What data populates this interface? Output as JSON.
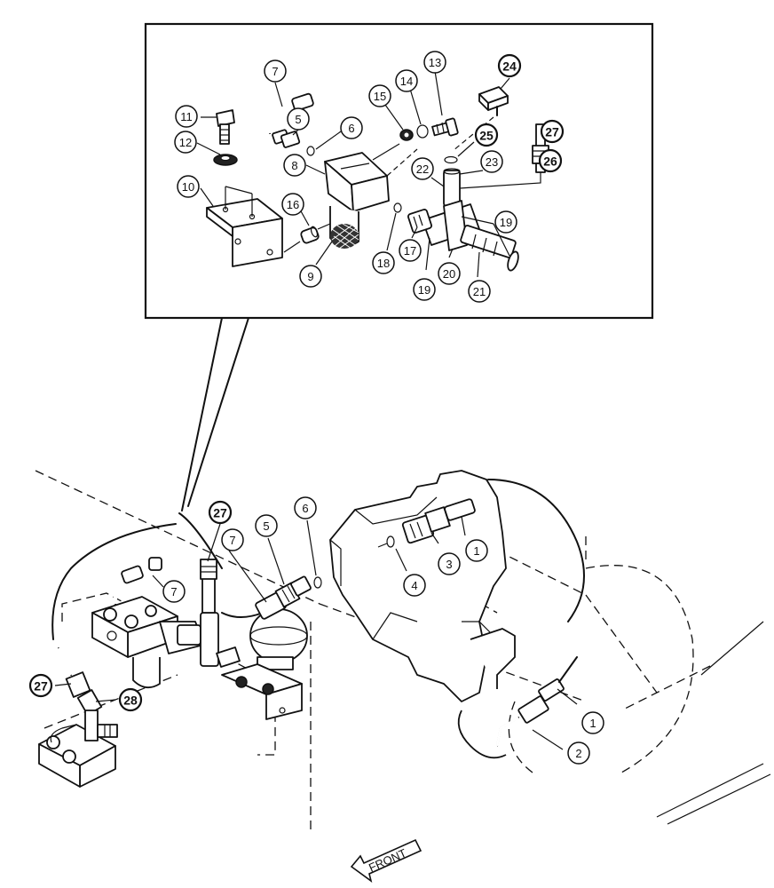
{
  "diagram": {
    "front_label": "FRONT",
    "callouts_detail": [
      {
        "id": "c-d-7",
        "label": "7",
        "bold": false
      },
      {
        "id": "c-d-5",
        "label": "5",
        "bold": false
      },
      {
        "id": "c-d-6",
        "label": "6",
        "bold": false
      },
      {
        "id": "c-d-8",
        "label": "8",
        "bold": false
      },
      {
        "id": "c-d-11",
        "label": "11",
        "bold": false
      },
      {
        "id": "c-d-12",
        "label": "12",
        "bold": false
      },
      {
        "id": "c-d-10",
        "label": "10",
        "bold": false
      },
      {
        "id": "c-d-16",
        "label": "16",
        "bold": false
      },
      {
        "id": "c-d-9",
        "label": "9",
        "bold": false
      },
      {
        "id": "c-d-15",
        "label": "15",
        "bold": false
      },
      {
        "id": "c-d-14",
        "label": "14",
        "bold": false
      },
      {
        "id": "c-d-13",
        "label": "13",
        "bold": false
      },
      {
        "id": "c-d-24",
        "label": "24",
        "bold": true
      },
      {
        "id": "c-d-25",
        "label": "25",
        "bold": true
      },
      {
        "id": "c-d-23",
        "label": "23",
        "bold": false
      },
      {
        "id": "c-d-22",
        "label": "22",
        "bold": false
      },
      {
        "id": "c-d-27",
        "label": "27",
        "bold": true
      },
      {
        "id": "c-d-26",
        "label": "26",
        "bold": true
      },
      {
        "id": "c-d-19a",
        "label": "19",
        "bold": false
      },
      {
        "id": "c-d-18",
        "label": "18",
        "bold": false
      },
      {
        "id": "c-d-17",
        "label": "17",
        "bold": false
      },
      {
        "id": "c-d-19b",
        "label": "19",
        "bold": false
      },
      {
        "id": "c-d-20",
        "label": "20",
        "bold": false
      },
      {
        "id": "c-d-21",
        "label": "21",
        "bold": false
      }
    ],
    "callouts_main": [
      {
        "id": "c-m-27a",
        "label": "27",
        "bold": true
      },
      {
        "id": "c-m-5",
        "label": "5",
        "bold": false
      },
      {
        "id": "c-m-6",
        "label": "6",
        "bold": false
      },
      {
        "id": "c-m-7a",
        "label": "7",
        "bold": false
      },
      {
        "id": "c-m-7b",
        "label": "7",
        "bold": false
      },
      {
        "id": "c-m-1a",
        "label": "1",
        "bold": false
      },
      {
        "id": "c-m-3",
        "label": "3",
        "bold": false
      },
      {
        "id": "c-m-4",
        "label": "4",
        "bold": false
      },
      {
        "id": "c-m-27b",
        "label": "27",
        "bold": true
      },
      {
        "id": "c-m-28",
        "label": "28",
        "bold": true
      },
      {
        "id": "c-m-1b",
        "label": "1",
        "bold": false
      },
      {
        "id": "c-m-2",
        "label": "2",
        "bold": false
      }
    ]
  }
}
